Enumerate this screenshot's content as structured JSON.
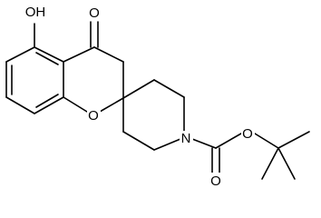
{
  "labels": {
    "oh": "OH",
    "ketone_o": "O",
    "ring_o": "O",
    "n": "N",
    "carbamate_o_double": "O",
    "carbamate_o_single": "O"
  }
}
